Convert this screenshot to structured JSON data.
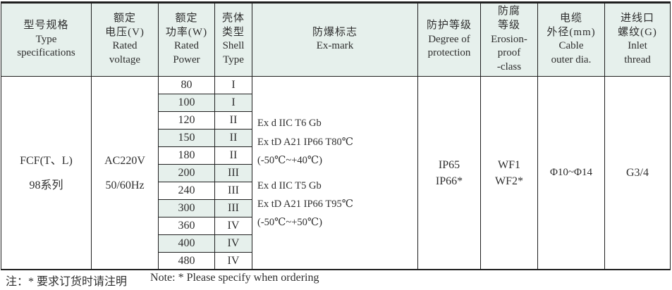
{
  "colors": {
    "header_bg": "#e6f0ec",
    "row_shade_bg": "#e6f0ec",
    "border": "#1f1f1f",
    "text": "#2e2e2e"
  },
  "header": {
    "columns": [
      {
        "zh": "型号规格",
        "en": "Type\nspecifications"
      },
      {
        "zh": "额定\n电压(V)",
        "en": "Rated\nvoltage"
      },
      {
        "zh": "额定\n功率(W)",
        "en": "Rated\nPower"
      },
      {
        "zh": "壳体\n类型",
        "en": "Shell\nType"
      },
      {
        "zh": "防爆标志",
        "en": "Ex-mark"
      },
      {
        "zh": "防护等级",
        "en": "Degree of\nprotection"
      },
      {
        "zh": "防腐\n等级",
        "en": "Erosion-\nproof\n-class"
      },
      {
        "zh": "电缆\n外径(mm)",
        "en": "Cable\nouter dia."
      },
      {
        "zh": "进线口\n螺纹(G)",
        "en": "Inlet\nthread"
      }
    ]
  },
  "body": {
    "type_spec": {
      "line1": "FCF(T、L)",
      "line2": "98系列"
    },
    "voltage": {
      "line1": "AC220V",
      "line2": "50/60Hz"
    },
    "rows": [
      {
        "power": "80",
        "shell": "I"
      },
      {
        "power": "100",
        "shell": "I"
      },
      {
        "power": "120",
        "shell": "II"
      },
      {
        "power": "150",
        "shell": "II"
      },
      {
        "power": "180",
        "shell": "II"
      },
      {
        "power": "200",
        "shell": "III"
      },
      {
        "power": "240",
        "shell": "III"
      },
      {
        "power": "300",
        "shell": "III"
      },
      {
        "power": "360",
        "shell": "IV"
      },
      {
        "power": "400",
        "shell": "IV"
      },
      {
        "power": "480",
        "shell": "IV"
      }
    ],
    "ex_mark": {
      "group1": {
        "line1": "Ex d IIC T6 Gb",
        "line2": "Ex tD A21 IP66 T80℃(-50℃~+40℃)"
      },
      "group2": {
        "line1": "Ex d IIC T5 Gb",
        "line2": "Ex tD A21 IP66 T95℃(-50℃~+50℃)"
      }
    },
    "protection": {
      "line1": "IP65",
      "line2": "IP66*"
    },
    "erosion": {
      "line1": "WF1",
      "line2": "WF2*"
    },
    "cable": "Φ10~Φ14",
    "inlet": "G3/4"
  },
  "note": {
    "zh": "注：* 要求订货时请注明",
    "en": "Note: * Please specify when ordering"
  }
}
